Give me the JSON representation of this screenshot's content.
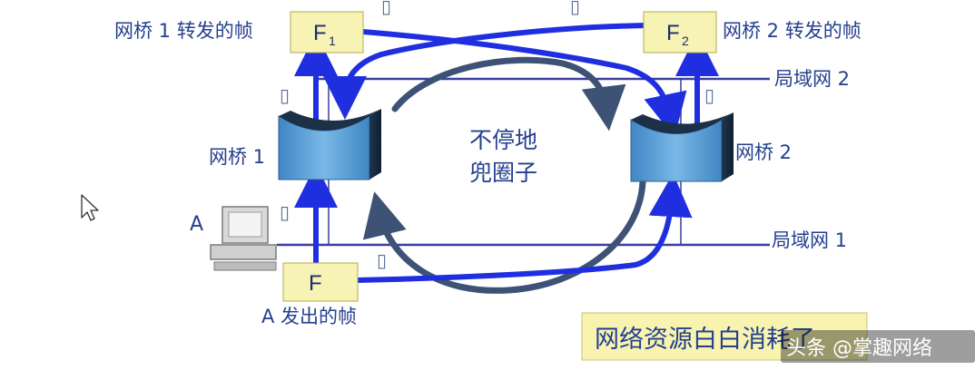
{
  "labels": {
    "bridge1_forward": "网桥 1 转发的帧",
    "bridge2_forward": "网桥 2 转发的帧",
    "lan2": "局域网 2",
    "lan1": "局域网 1",
    "bridge1": "网桥 1",
    "bridge2": "网桥 2",
    "loop_line1": "不停地",
    "loop_line2": "兜圈子",
    "host": "A",
    "host_frame_caption": "A 发出的帧",
    "waste_note": "网络资源白白消耗了"
  },
  "frames": {
    "f1_main": "F",
    "f1_sub": "1",
    "f2_main": "F",
    "f2_sub": "2",
    "f_main": "F"
  },
  "markers": {
    "glyph": "▯"
  },
  "watermark": {
    "text": "头条 @掌趣网络"
  },
  "colors": {
    "arrow_blue": "#1f2fe0",
    "loop_gray": "#3d5275",
    "lan_line": "#3b3f9e",
    "frame_fill": "#f7f3b5",
    "bridge_blue": "#5a9fd6",
    "label_blue": "#24408e"
  }
}
